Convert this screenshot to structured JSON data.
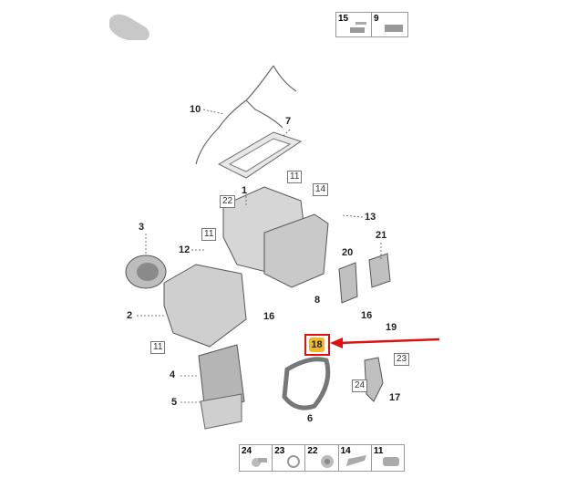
{
  "top_kits": [
    {
      "number": "15"
    },
    {
      "number": "9"
    }
  ],
  "bottom_kits": [
    {
      "number": "24"
    },
    {
      "number": "23"
    },
    {
      "number": "22"
    },
    {
      "number": "14"
    },
    {
      "number": "11"
    }
  ],
  "callouts": {
    "c10": "10",
    "c7": "7",
    "c11a": "11",
    "c14": "14",
    "c22": "22",
    "c1": "1",
    "c13": "13",
    "c11b": "11",
    "c3": "3",
    "c12": "12",
    "c21": "21",
    "c20": "20",
    "c8": "8",
    "c2": "2",
    "c16a": "16",
    "c16b": "16",
    "c19": "19",
    "c11c": "11",
    "c23": "23",
    "c4": "4",
    "c24": "24",
    "c17": "17",
    "c5": "5",
    "c6": "6"
  },
  "highlighted_part": {
    "number": "18",
    "highlight_color": "#e01010",
    "badge_color": "#f2b822"
  }
}
